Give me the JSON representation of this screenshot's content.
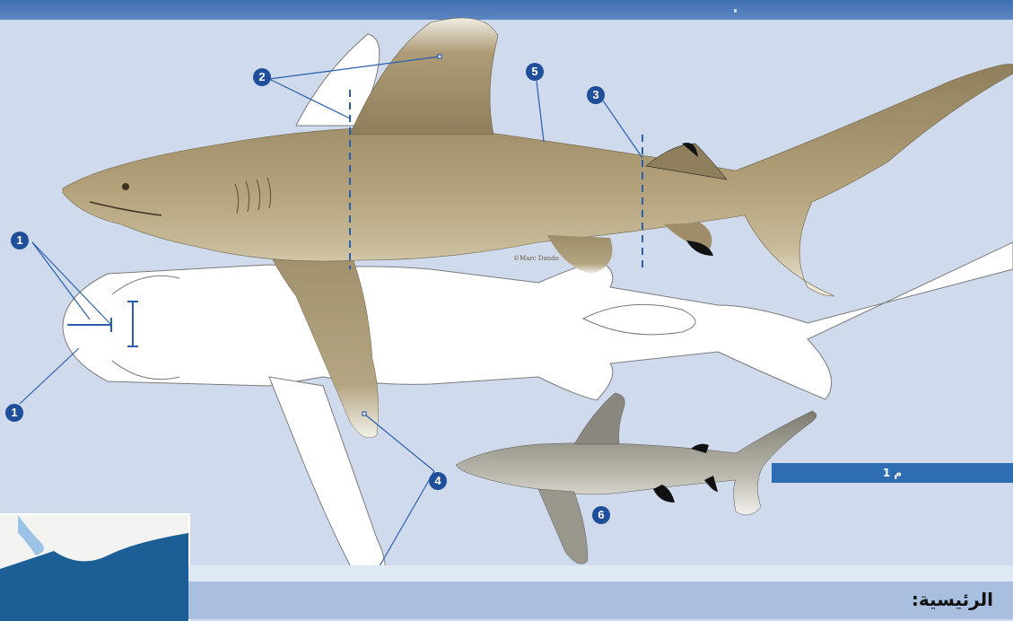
{
  "callouts": {
    "c1": "1",
    "c2": "2",
    "c3": "3",
    "c4": "4",
    "c5": "5",
    "c6": "6"
  },
  "signature": "©Marc Dando",
  "scale": {
    "label": "1 م"
  },
  "key": {
    "heading": "الرئيسية:"
  },
  "colors": {
    "shark_body": "#a8976f",
    "shark_belly": "#efece2",
    "fin_tip": "#f2f0ea",
    "background": "#cfdaec",
    "callout": "#1f4f9a",
    "header": "#4577b8",
    "map_sea": "#1b5f96"
  }
}
